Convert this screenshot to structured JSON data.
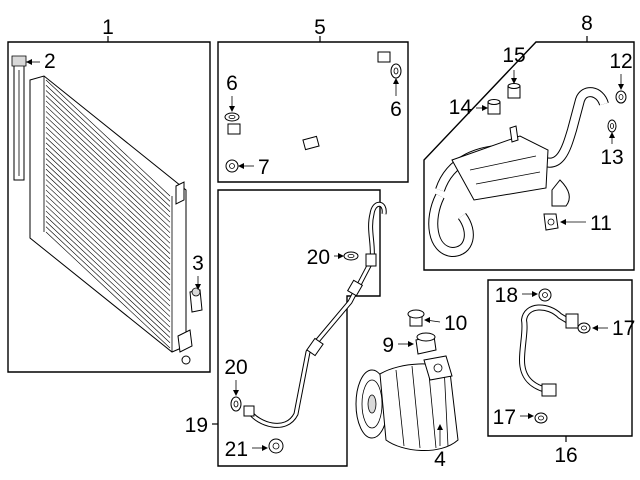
{
  "callouts": [
    "1",
    "2",
    "3",
    "4",
    "5",
    "6",
    "6",
    "7",
    "8",
    "9",
    "10",
    "11",
    "12",
    "13",
    "14",
    "15",
    "16",
    "17",
    "17",
    "18",
    "19",
    "20",
    "20",
    "21"
  ]
}
